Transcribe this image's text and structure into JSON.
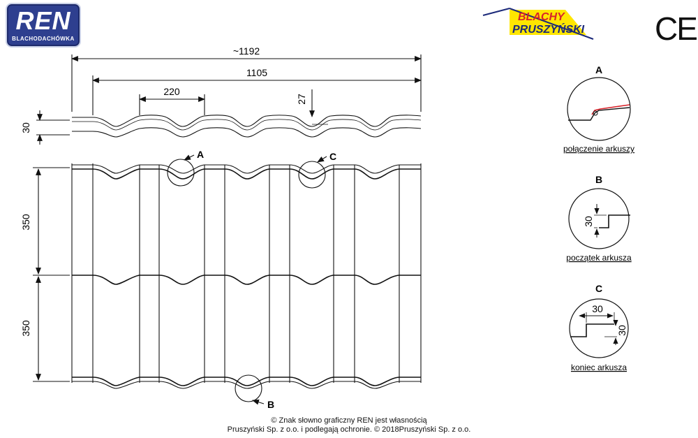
{
  "header": {
    "ren_logo_main": "REN",
    "ren_logo_sub": "BLACHODACHÓWKA",
    "brand_line1": "BLACHY",
    "brand_line2": "PRUSZYŃSKI",
    "ce_mark": "CE"
  },
  "dimensions": {
    "total_width": "~1192",
    "effective_width": "1105",
    "wave_pitch": "220",
    "wave_depth": "27",
    "profile_height": "30",
    "module_1": "350",
    "module_2": "350"
  },
  "callouts": {
    "a": "A",
    "b": "B",
    "c": "C"
  },
  "details": [
    {
      "letter": "A",
      "caption": "połączenie arkuszy"
    },
    {
      "letter": "B",
      "caption": "początek arkusza",
      "dim": "30"
    },
    {
      "letter": "C",
      "caption": "koniec arkusza",
      "dim_h": "30",
      "dim_v": "30"
    }
  ],
  "footer": {
    "line1": "© Znak słowno graficzny REN jest własnością",
    "line2": "Pruszyński Sp. z o.o.  i podlegają ochronie. © 2018Pruszyński Sp. z o.o."
  },
  "colors": {
    "logo_blue": "#2e3f8f",
    "brand_red": "#d8232a",
    "brand_yellow": "#ffe600",
    "detail_red": "#d8232a"
  }
}
